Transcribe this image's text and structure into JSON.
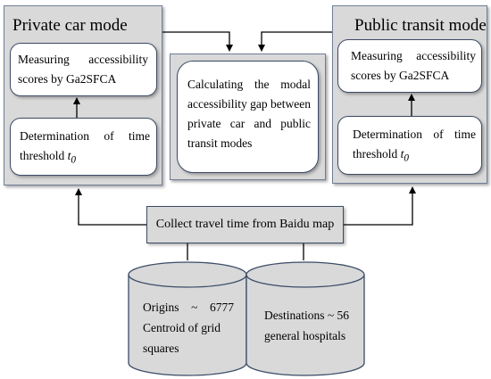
{
  "left_panel": {
    "title": "Private car mode",
    "measure_line1": "Measuring accessibility",
    "measure_line2": "scores by Ga2SFCA",
    "threshold_line1": "Determination of time",
    "threshold_line2": "threshold",
    "threshold_var": "t",
    "threshold_sub": "0"
  },
  "right_panel": {
    "title": "Public transit mode",
    "measure_line1": "Measuring accessibility",
    "measure_line2": "scores by Ga2SFCA",
    "threshold_line1": "Determination of time",
    "threshold_line2": "threshold",
    "threshold_var": "t",
    "threshold_sub": "0"
  },
  "middle": {
    "line1": "Calculating the modal",
    "line2": "accessibility gap between",
    "line3": "private car and public",
    "line4": "transit modes"
  },
  "collect": {
    "label": "Collect travel time from Baidu map"
  },
  "origins": {
    "line1": "Origins ~ 6777",
    "line2": "Centroid of grid",
    "line3": "squares"
  },
  "destinations": {
    "line1": "Destinations ~ 56",
    "line2": "general hospitals"
  }
}
